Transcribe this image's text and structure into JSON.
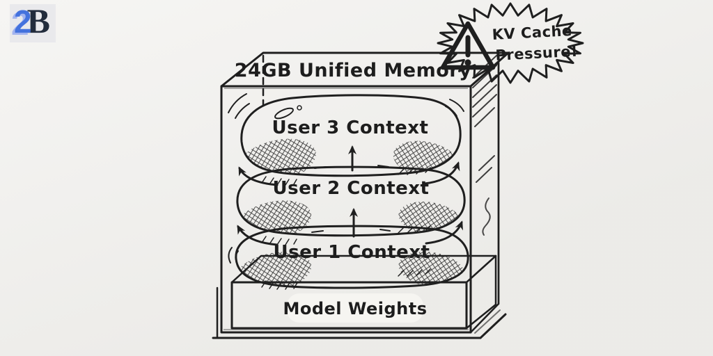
{
  "logo": {
    "part1": "2",
    "part2": "B"
  },
  "diagram": {
    "memory_box": {
      "title": "24GB Unified Memory"
    },
    "contexts": [
      {
        "label": "User 3 Context"
      },
      {
        "label": "User 2 Context"
      },
      {
        "label": "User 1 Context"
      }
    ],
    "base": {
      "label": "Model Weights"
    },
    "warning": {
      "line1": "KV Cache",
      "line2": "Pressure!",
      "icon": "warning-triangle-icon"
    }
  },
  "colors": {
    "paper": "#f1f0ed",
    "ink": "#1f1f1f",
    "pillow_fill": "#f8f7f4",
    "logo_blue": "#4472dd",
    "logo_blue_shadow": "#a3b4ef",
    "logo_navy": "#222c3c"
  }
}
